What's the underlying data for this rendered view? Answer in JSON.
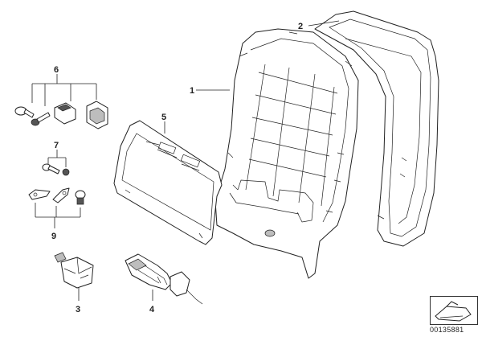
{
  "callouts": {
    "c1": "1",
    "c2": "2",
    "c3": "3",
    "c4": "4",
    "c5": "5",
    "c6": "6",
    "c7": "7",
    "c9": "9"
  },
  "reference_number": "00135881",
  "colors": {
    "line": "#222222",
    "shade": "#bdbdbd",
    "background": "#ffffff"
  }
}
